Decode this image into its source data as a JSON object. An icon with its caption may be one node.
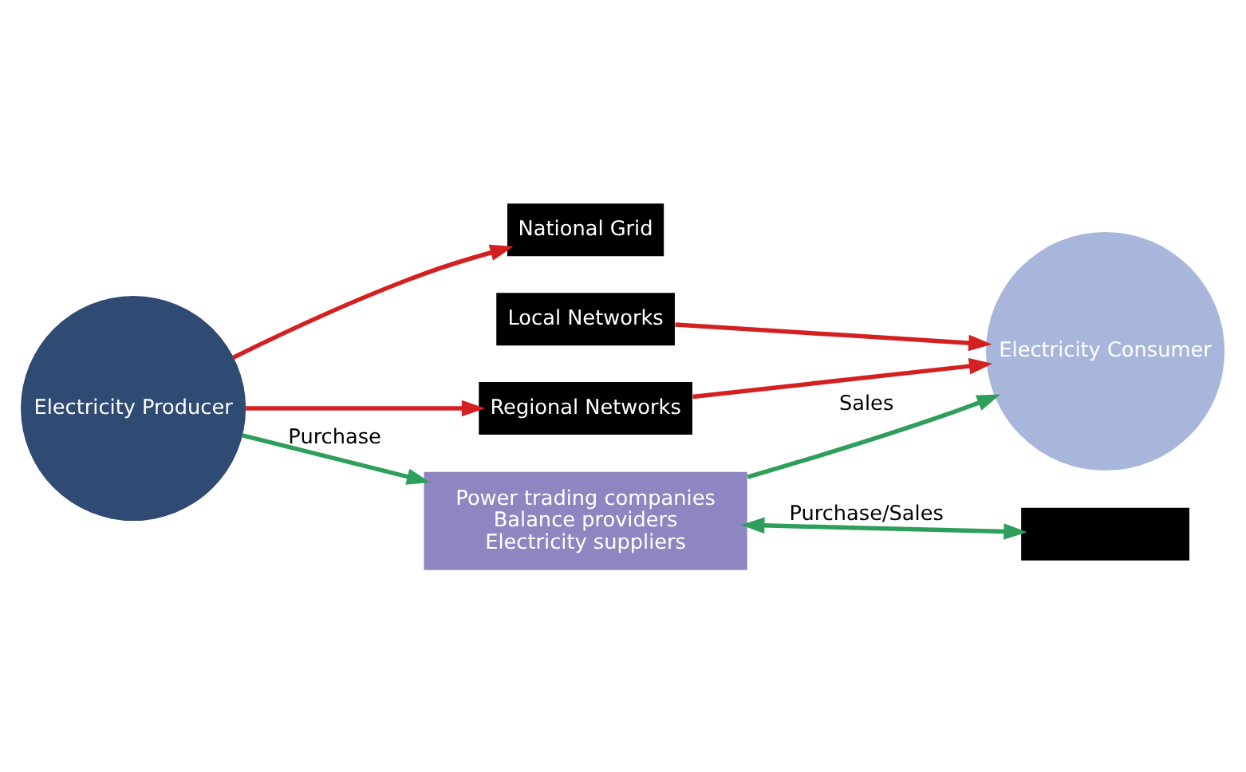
{
  "diagram": {
    "nodes": [
      {
        "text": [
          "Electricity Producer"
        ]
      },
      {
        "text": [
          "National Grid"
        ]
      },
      {
        "text": [
          "Regional Networks"
        ]
      },
      {
        "text": [
          "Local Networks"
        ]
      },
      {
        "text": [
          "Electricity Consumer"
        ]
      },
      {
        "text": [
          "Power trading companies",
          "Balance providers",
          "Electricity suppliers"
        ]
      },
      {
        "text": [],
        "shape": "box"
      }
    ],
    "edges": [
      {
        "from": 0,
        "to": 1,
        "arrow": "to"
      },
      {
        "from": 0,
        "to": 2,
        "arrow": "to"
      },
      {
        "from": 2,
        "to": 4,
        "arrow": "to"
      },
      {
        "from": 3,
        "to": 4,
        "arrow": "to"
      },
      {
        "from": 0,
        "to": 5,
        "arrow": "to",
        "label": "Purchase",
        "color": "#2e9e5b"
      },
      {
        "from": 5,
        "to": 4,
        "arrow": "to",
        "label": "Sales",
        "color": "#2e9e5b"
      },
      {
        "from": 5,
        "to": 6,
        "arrow": "both",
        "label": "Purchase/Sales",
        "color": "#2e9e5b"
      }
    ]
  }
}
